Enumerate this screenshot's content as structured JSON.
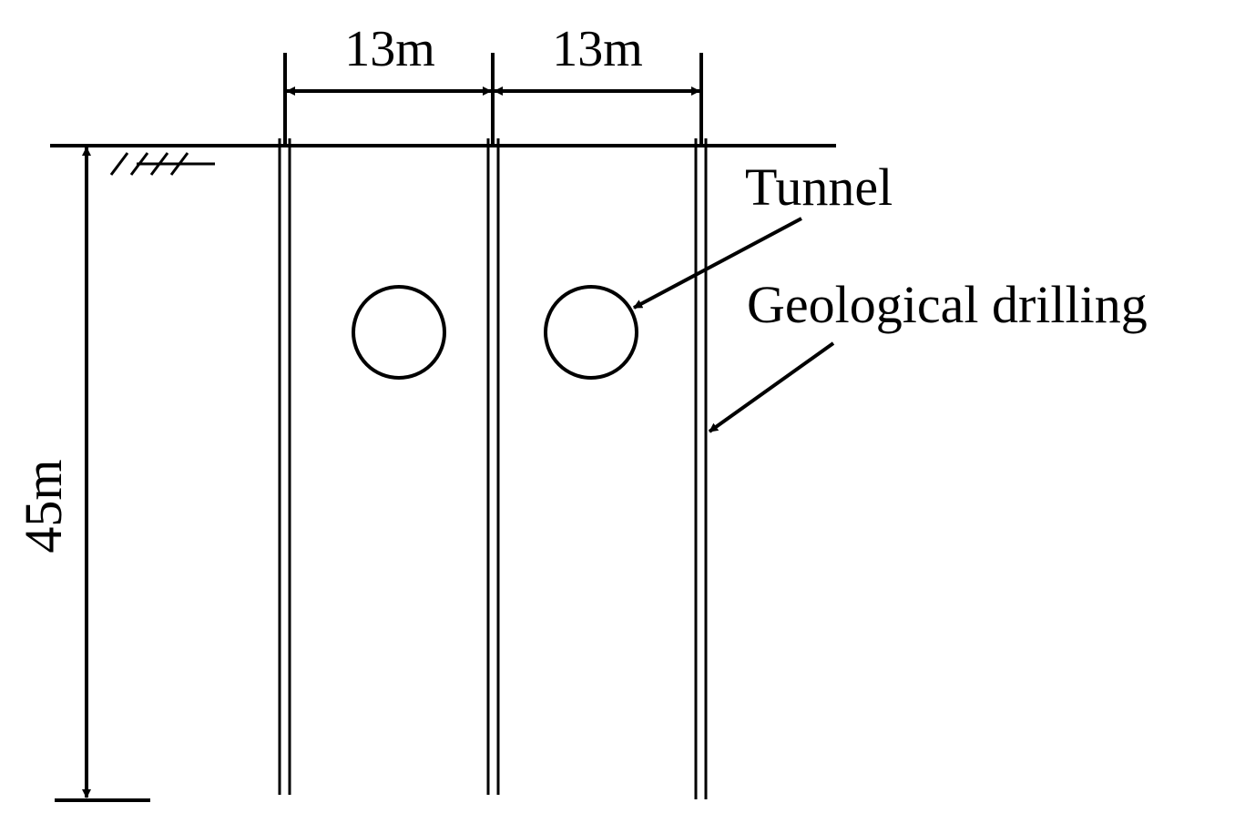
{
  "diagram": {
    "spacing_labels": [
      "13m",
      "13m"
    ],
    "depth_label": "45m",
    "tunnel_label": "Tunnel",
    "drilling_label": "Geological drilling"
  }
}
